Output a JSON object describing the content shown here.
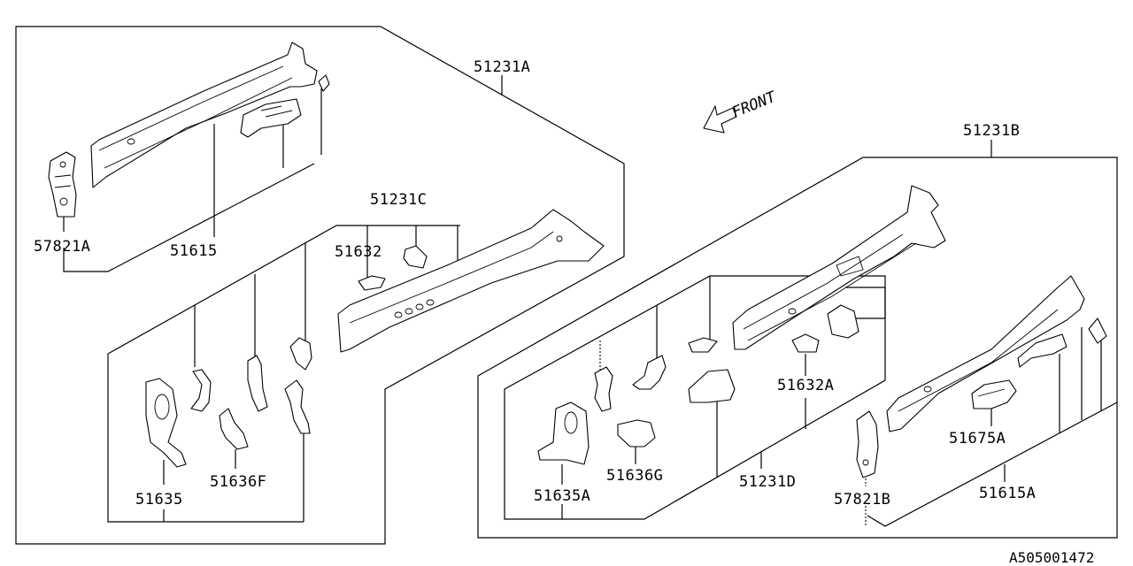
{
  "diagram": {
    "front_label": "FRONT",
    "drawing_code": "A505001472",
    "labels": {
      "p51231A": "51231A",
      "p51615": "51615",
      "p57821A": "57821A",
      "p51231C": "51231C",
      "p51632": "51632",
      "p51635": "51635",
      "p51636F": "51636F",
      "p51231B": "51231B",
      "p51632A": "51632A",
      "p51231D": "51231D",
      "p51635A": "51635A",
      "p51636G": "51636G",
      "p57821B": "57821B",
      "p51675A": "51675A",
      "p51615A": "51615A"
    }
  }
}
